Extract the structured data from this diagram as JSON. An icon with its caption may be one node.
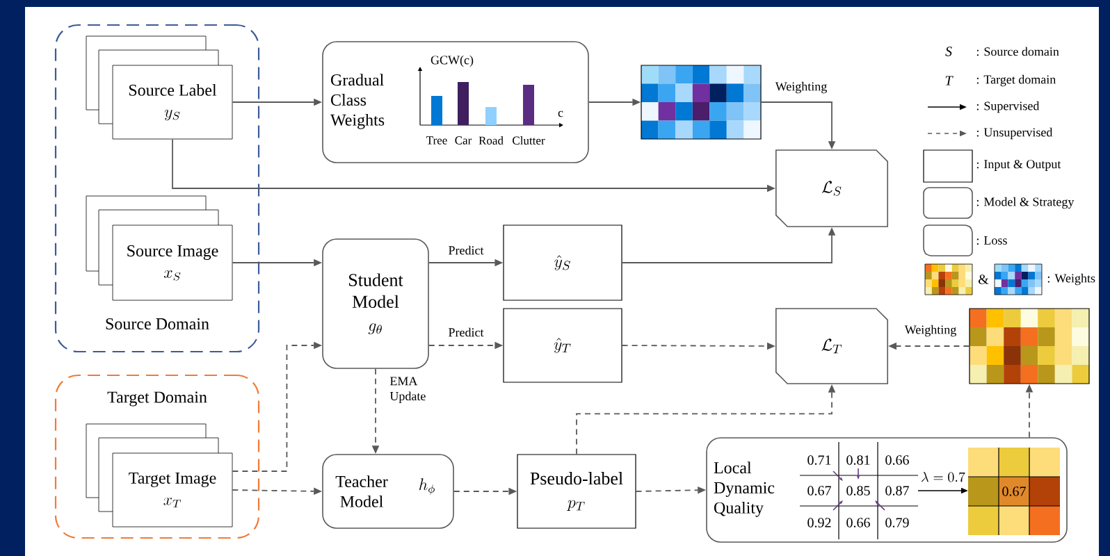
{
  "diagram": {
    "nodes": [
      {
        "text": [
          "Source Domain"
        ]
      },
      {
        "text": [
          "Source Label",
          "y_S"
        ],
        "in": 0
      },
      {
        "text": [
          "Source Image",
          "x_S"
        ],
        "in": 0
      },
      {
        "text": [
          "Target Domain"
        ]
      },
      {
        "text": [
          "Target Image",
          "x_T"
        ],
        "in": 3
      },
      {
        "text": [
          "Gradual Class Weights"
        ]
      },
      {
        "text": [],
        "shape": "picture"
      },
      {
        "text": [
          "\\mathcal{L}_S"
        ]
      },
      {
        "text": [
          "Student Model",
          "g_\\theta"
        ]
      },
      {
        "text": [
          "\\hat{y}_S"
        ]
      },
      {
        "text": [
          "\\hat{y}_T"
        ]
      },
      {
        "text": [
          "\\mathcal{L}_T"
        ]
      },
      {
        "text": [],
        "shape": "picture"
      },
      {
        "text": [
          "Teacher Model",
          "h_\\phi"
        ]
      },
      {
        "text": [
          "Pseudo-label",
          "p_T"
        ]
      },
      {
        "text": [
          "Local Dynamic Quality"
        ]
      }
    ],
    "edges": [
      {
        "from": 1,
        "to": 5,
        "arrow": "to"
      },
      {
        "from": 5,
        "to": 6,
        "arrow": "to"
      },
      {
        "from": 6,
        "to": 7,
        "arrow": "to",
        "label": "Weighting"
      },
      {
        "from": 1,
        "to": 7,
        "arrow": "to"
      },
      {
        "from": 2,
        "to": 8,
        "arrow": "to"
      },
      {
        "from": 8,
        "to": 9,
        "arrow": "to",
        "label": "Predict"
      },
      {
        "from": 9,
        "to": 7,
        "arrow": "to"
      },
      {
        "from": 8,
        "to": 10,
        "arrow": "to",
        "label": "Predict",
        "style": "dashed"
      },
      {
        "from": 10,
        "to": 11,
        "arrow": "to",
        "style": "dashed"
      },
      {
        "from": 12,
        "to": 11,
        "arrow": "to",
        "label": "Weighting",
        "style": "dashed"
      },
      {
        "from": 8,
        "to": 13,
        "arrow": "to",
        "label": "EMA Update",
        "style": "dashed"
      },
      {
        "from": 4,
        "to": 8,
        "arrow": "to",
        "style": "dashed"
      },
      {
        "from": 4,
        "to": 13,
        "arrow": "to",
        "style": "dashed"
      },
      {
        "from": 13,
        "to": 14,
        "arrow": "to",
        "style": "dashed"
      },
      {
        "from": 14,
        "to": 15,
        "arrow": "to",
        "style": "dashed"
      },
      {
        "from": 14,
        "to": 11,
        "arrow": "to",
        "style": "dashed"
      },
      {
        "from": 15,
        "to": 12,
        "arrow": "to",
        "style": "dashed"
      }
    ],
    "labels": [
      "GCW(c)",
      "c",
      "Tree",
      "Car",
      "Road",
      "Clutter",
      "S",
      "T",
      "&",
      "0.71",
      "0.81",
      "0.66",
      "0.67",
      "0.85",
      "0.87",
      "0.92",
      "0.66",
      "0.79",
      "\\lambda = 0.7",
      "0.67"
    ],
    "legend": [
      {
        "text": ": Source domain"
      },
      {
        "text": ": Target domain"
      },
      {
        "text": ": Supervised"
      },
      {
        "text": ": Unsupervised"
      },
      {
        "text": ": Input & Output"
      },
      {
        "text": ": Model & Strategy"
      },
      {
        "text": ": Loss"
      },
      {
        "text": ": Weights"
      }
    ]
  }
}
